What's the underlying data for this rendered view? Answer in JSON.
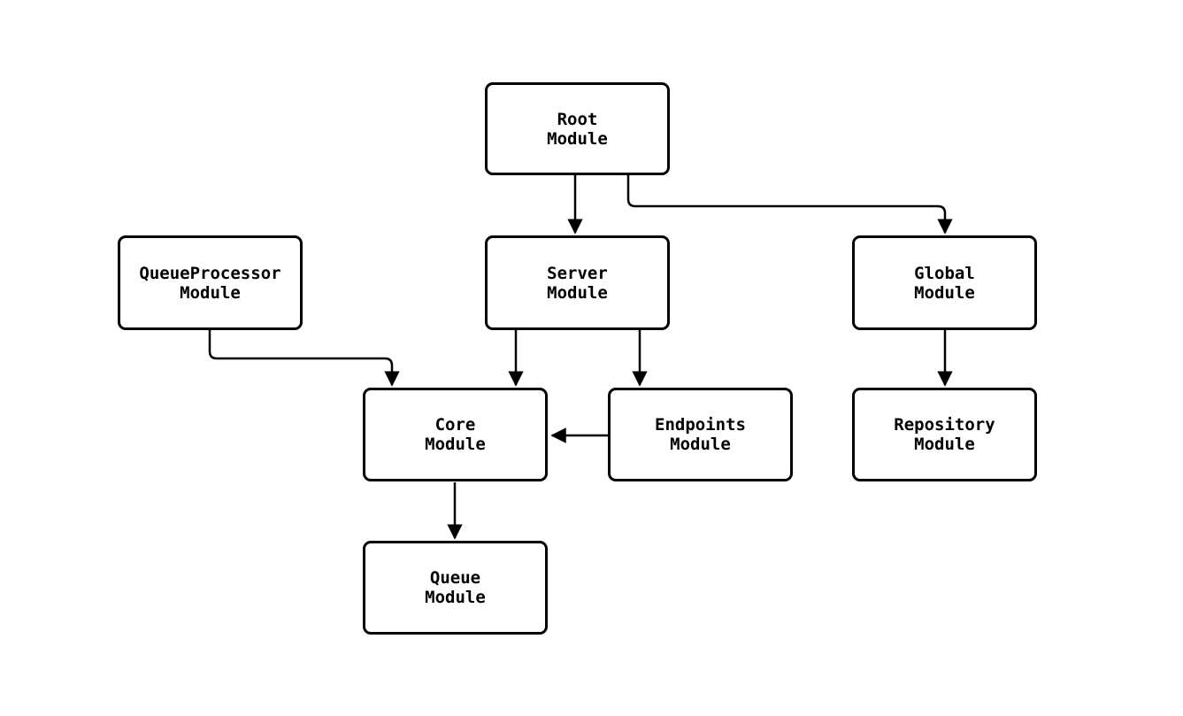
{
  "diagram": {
    "type": "flowchart",
    "background_color": "#ffffff",
    "node_fill_color": "#ffffff",
    "node_border_color": "#000000",
    "edge_color": "#000000",
    "text_color": "#000000",
    "nodes": {
      "root": {
        "label": "Root\nModule"
      },
      "queue_processor": {
        "label": "QueueProcessor\nModule"
      },
      "server": {
        "label": "Server\nModule"
      },
      "global": {
        "label": "Global\nModule"
      },
      "core": {
        "label": "Core\nModule"
      },
      "endpoints": {
        "label": "Endpoints\nModule"
      },
      "repository": {
        "label": "Repository\nModule"
      },
      "queue": {
        "label": "Queue\nModule"
      }
    },
    "edges": [
      {
        "from": "Root Module",
        "to": "Server Module"
      },
      {
        "from": "Root Module",
        "to": "Global Module"
      },
      {
        "from": "QueueProcessor Module",
        "to": "Core Module"
      },
      {
        "from": "Server Module",
        "to": "Core Module"
      },
      {
        "from": "Server Module",
        "to": "Endpoints Module"
      },
      {
        "from": "Endpoints Module",
        "to": "Core Module"
      },
      {
        "from": "Global Module",
        "to": "Repository Module"
      },
      {
        "from": "Core Module",
        "to": "Queue Module"
      }
    ]
  }
}
